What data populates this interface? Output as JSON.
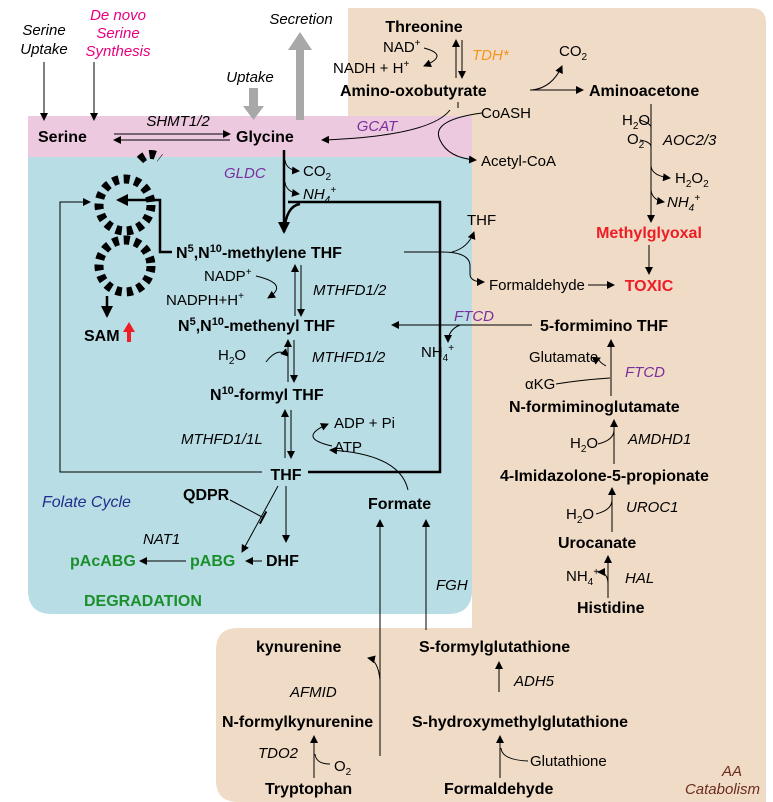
{
  "inputs": {
    "serine_uptake_1": "Serine",
    "serine_uptake_2": "Uptake",
    "de_novo_1": "De novo",
    "de_novo_2": "Serine",
    "de_novo_3": "Synthesis",
    "uptake": "Uptake",
    "secretion": "Secretion"
  },
  "metabolites": {
    "serine": "Serine",
    "glycine": "Glycine",
    "threonine": "Threonine",
    "amino_oxobutyrate": "Amino-oxobutyrate",
    "aminoacetone": "Aminoacetone",
    "coash": "CoASH",
    "acetyl_coa": "Acetyl-CoA",
    "methylene_thf_a": "N",
    "methylene_thf_b": "5",
    "methylene_thf_c": ",N",
    "methylene_thf_d": "10",
    "methylene_thf_e": "-methylene THF",
    "methenyl_thf_a": "N",
    "methenyl_thf_b": "5",
    "methenyl_thf_c": ",N",
    "methenyl_thf_d": "10",
    "methenyl_thf_e": "-methenyl THF",
    "formyl_thf_a": "N",
    "formyl_thf_b": "10",
    "formyl_thf_c": "-formyl THF",
    "thf": "THF",
    "thf_right": "THF",
    "formaldehyde_mid": "Formaldehyde",
    "toxic": "TOXIC",
    "methylglyoxal": "Methylglyoxal",
    "formimino_thf": "5-formimino THF",
    "glutamate": "Glutamate",
    "akg": "αKG",
    "formiminoglutamate": "N-formiminoglutamate",
    "imidazolone": "4-Imidazolone-5-propionate",
    "urocanate": "Urocanate",
    "histidine": "Histidine",
    "formate": "Formate",
    "dhf": "DHF",
    "pabg": "pABG",
    "pacabg": "pAcABG",
    "qdpr": "QDPR",
    "sam": "SAM",
    "kynurenine": "kynurenine",
    "n_formylkynurenine": "N-formylkynurenine",
    "tryptophan": "Tryptophan",
    "s_formylglutathione": "S-formylglutathione",
    "s_hydroxymethylglutathione": "S-hydroxymethylglutathione",
    "formaldehyde_bottom": "Formaldehyde",
    "glutathione": "Glutathione"
  },
  "cofactors": {
    "nad": "NAD",
    "nad_sup": "+",
    "nadh": "NADH + H",
    "nadh_sup": "+",
    "co2_top_a": "CO",
    "co2_top_b": "2",
    "h2o_aoc_a": "H",
    "h2o_aoc_b": "2",
    "h2o_aoc_c": "O",
    "o2_aoc_a": "O",
    "o2_aoc_b": "2",
    "h2o2_a": "H",
    "h2o2_b": "2",
    "h2o2_c": "O",
    "h2o2_d": "2",
    "nh4_aoc_a": "NH",
    "nh4_aoc_b": "4",
    "nh4_aoc_c": "+",
    "co2_gldc_a": "CO",
    "co2_gldc_b": "2",
    "nh4_gldc_a": "NH",
    "nh4_gldc_b": "4",
    "nh4_gldc_c": "+",
    "nadp": "NADP",
    "nadp_sup": "+",
    "nadph": "NADPH+H",
    "nadph_sup": "+",
    "h2o_mthfd_a": "H",
    "h2o_mthfd_b": "2",
    "h2o_mthfd_c": "O",
    "adp_pi": "ADP + Pi",
    "atp": "ATP",
    "nh4_ftcd_a": "NH",
    "nh4_ftcd_b": "4",
    "nh4_ftcd_c": "+",
    "h2o_amdhd_a": "H",
    "h2o_amdhd_b": "2",
    "h2o_amdhd_c": "O",
    "h2o_uroc_a": "H",
    "h2o_uroc_b": "2",
    "h2o_uroc_c": "O",
    "nh4_hal_a": "NH",
    "nh4_hal_b": "4",
    "nh4_hal_c": "+",
    "o2_tdo_a": "O",
    "o2_tdo_b": "2"
  },
  "enzymes": {
    "shmt": "SHMT1/2",
    "gcat": "GCAT",
    "tdh": "TDH*",
    "aoc": "AOC2/3",
    "gldc": "GLDC",
    "mthfd_1": "MTHFD1/2",
    "mthfd_2": "MTHFD1/2",
    "mthfd_3": "MTHFD1/1L",
    "ftcd_1": "FTCD",
    "ftcd_2": "FTCD",
    "amdhd": "AMDHD1",
    "uroc": "UROC1",
    "hal": "HAL",
    "nat1": "NAT1",
    "fgh": "FGH",
    "afmid": "AFMID",
    "tdo2": "TDO2",
    "adh5": "ADH5"
  },
  "regions": {
    "folate_cycle": "Folate Cycle",
    "degradation": "DEGRADATION",
    "aa_catabolism_1": "AA",
    "aa_catabolism_2": "Catabolism"
  },
  "colors": {
    "folate_bg": "#b9dde5",
    "aa_bg": "#f0dcc6",
    "glycine_band": "#edc9df",
    "pink": "#e8007e",
    "purple": "#7b2f9e",
    "orange": "#f7941d",
    "red": "#ee1c25",
    "green": "#1a8f2c",
    "navy": "#1f2e8a",
    "brown": "#6b2b1f",
    "grey_arrow": "#a8a8a8"
  }
}
